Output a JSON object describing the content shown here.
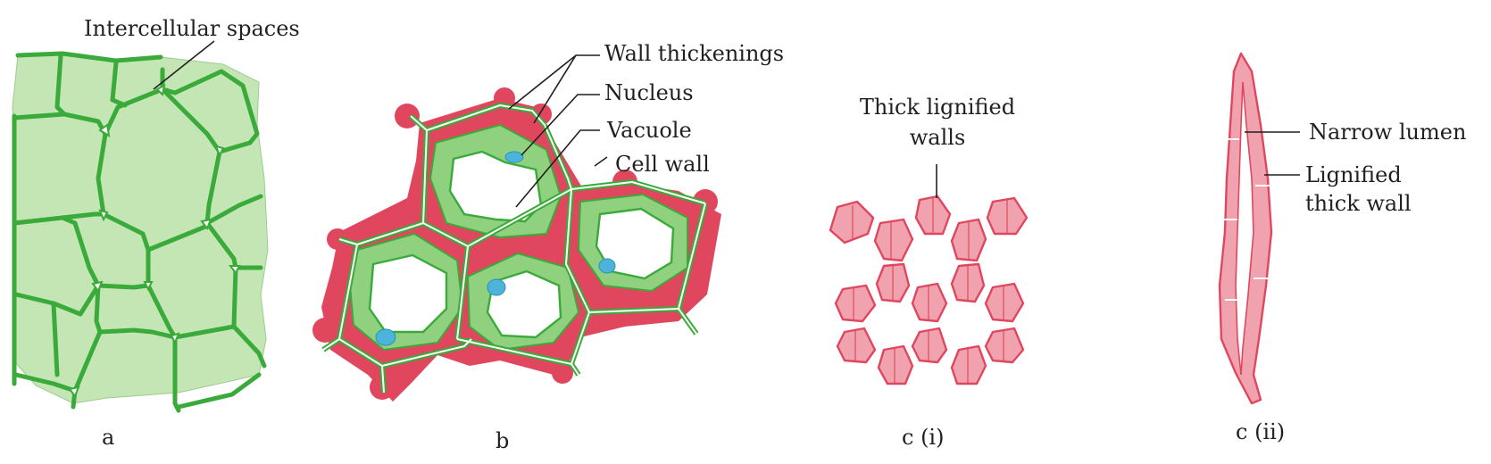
{
  "figure": {
    "panels": [
      {
        "id": "a",
        "caption": "a",
        "tissue_color": "#c3e6b4",
        "wall_color": "#3aab3a",
        "labels": [
          {
            "text": "Intercellular spaces"
          }
        ]
      },
      {
        "id": "b",
        "caption": "b",
        "thickening_color": "#e0475f",
        "cytoplasm_color": "#8fd17f",
        "nucleus_color": "#4cb3d9",
        "labels": [
          {
            "text": "Wall thickenings"
          },
          {
            "text": "Nucleus"
          },
          {
            "text": "Vacuole"
          },
          {
            "text": "Cell wall"
          }
        ]
      },
      {
        "id": "c-i",
        "caption": "c (i)",
        "wall_color": "#f0a3ae",
        "outline_color": "#e0475f",
        "labels": [
          {
            "text": "Thick lignified"
          },
          {
            "text": "walls"
          }
        ]
      },
      {
        "id": "c-ii",
        "caption": "c (ii)",
        "wall_color": "#f0a3ae",
        "outline_color": "#e0475f",
        "labels": [
          {
            "text": "Narrow lumen"
          },
          {
            "text": "Lignified"
          },
          {
            "text": "thick wall"
          }
        ]
      }
    ]
  }
}
